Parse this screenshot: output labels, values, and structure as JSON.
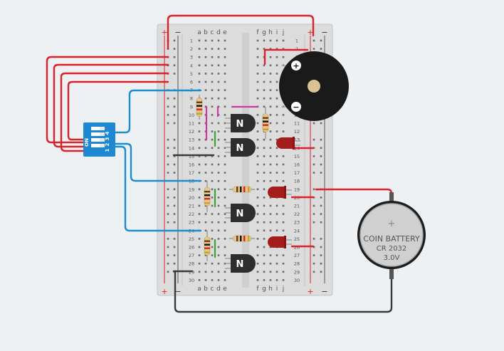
{
  "breadboard": {
    "columns_left": [
      "a",
      "b",
      "c",
      "d",
      "e"
    ],
    "columns_right": [
      "f",
      "g",
      "h",
      "i",
      "j"
    ],
    "rows": [
      "1",
      "2",
      "3",
      "4",
      "5",
      "6",
      "7",
      "8",
      "9",
      "10",
      "11",
      "12",
      "13",
      "14",
      "15",
      "16",
      "17",
      "18",
      "19",
      "20",
      "21",
      "22",
      "23",
      "24",
      "25",
      "26",
      "27",
      "28",
      "29",
      "30"
    ],
    "rail_plus": "+",
    "rail_minus": "−"
  },
  "dip_switch": {
    "on_label": "ON",
    "numbers": [
      "1",
      "2",
      "3",
      "4"
    ],
    "color": "#1e88d2"
  },
  "transistor_label": "N",
  "buzzer": {
    "plus": "+",
    "minus": "−"
  },
  "battery": {
    "line1": "COIN BATTERY",
    "line2": "CR 2032",
    "line3": "3.0V",
    "plus": "+"
  },
  "colors": {
    "red_wire": "#d92229",
    "blue_wire": "#1a8fd0",
    "black_wire": "#3a3a3a",
    "green_jumper": "#3aa435",
    "magenta_jumper": "#d0379d",
    "led_red": "#a51c1c"
  }
}
